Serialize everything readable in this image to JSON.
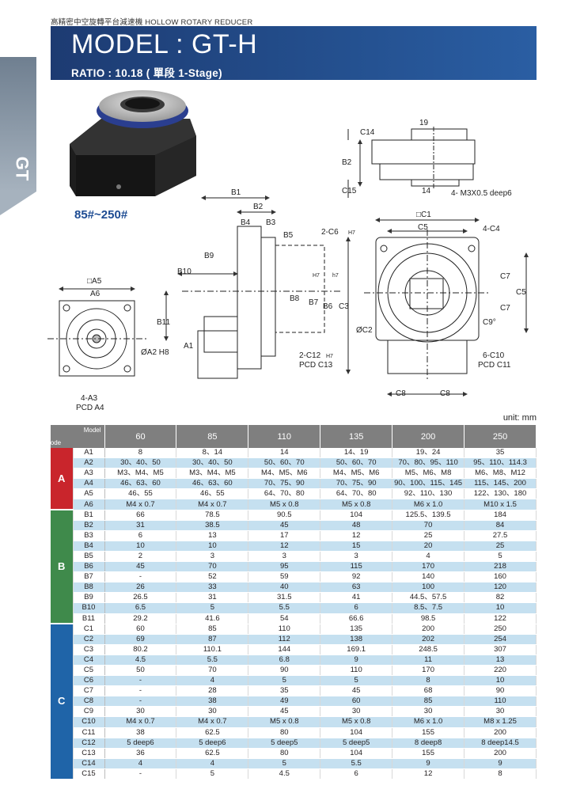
{
  "side_tab": "GT",
  "header": {
    "top_title": "高精密中空旋轉平台減速機 HOLLOW ROTARY REDUCER",
    "model": "MODEL : GT-H",
    "ratio": "RATIO : 10.18 ( 單段 1-Stage)"
  },
  "range_label": "85#~250#",
  "unit_label": "unit: mm",
  "drawing_labels": {
    "c14": "C14",
    "d19": "19",
    "b2_top": "B2",
    "c15": "C15",
    "d14": "14",
    "m3x": "4- M3X0.5 deep6",
    "b1": "B1",
    "b2": "B2",
    "b4": "B4",
    "b3": "B3",
    "b5": "B5",
    "b9": "B9",
    "b10": "B10",
    "b11": "B11",
    "b8": "B8",
    "b7": "B7",
    "h7a": "H7",
    "b6": "B6",
    "h7b": "h7",
    "a1": "A1",
    "a5": "□A5",
    "a6": "A6",
    "a2": "ØA2 H8",
    "a3": "4-A3",
    "pcd_a4": "PCD A4",
    "c1": "□C1",
    "c5": "C5",
    "c6": "2-C6",
    "h7c": "H7",
    "c4": "4-C4",
    "c7a": "C7",
    "c7b": "C7",
    "c5r": "C5",
    "c3": "C3",
    "c2": "ØC2",
    "c9": "C9°",
    "c12": "2-C12",
    "h7d": "H7",
    "pcd_c13": "PCD C13",
    "c10": "6-C10",
    "pcd_c11": "PCD C11",
    "c8a": "C8",
    "c8b": "C8"
  },
  "table": {
    "corner_model": "Model",
    "corner_code": "Code",
    "sizes": [
      "60",
      "85",
      "110",
      "135",
      "200",
      "250"
    ],
    "groups": [
      {
        "name": "A",
        "rows": [
          {
            "code": "A1",
            "values": [
              "8",
              "8、14",
              "14",
              "14、19",
              "19、24",
              "35"
            ]
          },
          {
            "code": "A2",
            "values": [
              "30、40、50",
              "30、40、50",
              "50、60、70",
              "50、60、70",
              "70、80、95、110",
              "95、110、114.3"
            ]
          },
          {
            "code": "A3",
            "values": [
              "M3、M4、M5",
              "M3、M4、M5",
              "M4、M5、M6",
              "M4、M5、M6",
              "M5、M6、M8",
              "M6、M8、M12"
            ]
          },
          {
            "code": "A4",
            "values": [
              "46、63、60",
              "46、63、60",
              "70、75、90",
              "70、75、90",
              "90、100、115、145",
              "115、145、200"
            ]
          },
          {
            "code": "A5",
            "values": [
              "46、55",
              "46、55",
              "64、70、80",
              "64、70、80",
              "92、110、130",
              "122、130、180"
            ]
          },
          {
            "code": "A6",
            "values": [
              "M4 x 0.7",
              "M4 x 0.7",
              "M5 x 0.8",
              "M5 x 0.8",
              "M6 x 1.0",
              "M10 x 1.5"
            ]
          }
        ]
      },
      {
        "name": "B",
        "rows": [
          {
            "code": "B1",
            "values": [
              "66",
              "78.5",
              "90.5",
              "104",
              "125.5、139.5",
              "184"
            ]
          },
          {
            "code": "B2",
            "values": [
              "31",
              "38.5",
              "45",
              "48",
              "70",
              "84"
            ]
          },
          {
            "code": "B3",
            "values": [
              "6",
              "13",
              "17",
              "12",
              "25",
              "27.5"
            ]
          },
          {
            "code": "B4",
            "values": [
              "10",
              "10",
              "12",
              "15",
              "20",
              "25"
            ]
          },
          {
            "code": "B5",
            "values": [
              "2",
              "3",
              "3",
              "3",
              "4",
              "5"
            ]
          },
          {
            "code": "B6",
            "values": [
              "45",
              "70",
              "95",
              "115",
              "170",
              "218"
            ]
          },
          {
            "code": "B7",
            "values": [
              "-",
              "52",
              "59",
              "92",
              "140",
              "160"
            ]
          },
          {
            "code": "B8",
            "values": [
              "26",
              "33",
              "40",
              "63",
              "100",
              "120"
            ]
          },
          {
            "code": "B9",
            "values": [
              "26.5",
              "31",
              "31.5",
              "41",
              "44.5、57.5",
              "82"
            ]
          },
          {
            "code": "B10",
            "values": [
              "6.5",
              "5",
              "5.5",
              "6",
              "8.5、7.5",
              "10"
            ]
          },
          {
            "code": "B11",
            "values": [
              "29.2",
              "41.6",
              "54",
              "66.6",
              "98.5",
              "122"
            ]
          }
        ]
      },
      {
        "name": "C",
        "rows": [
          {
            "code": "C1",
            "values": [
              "60",
              "85",
              "110",
              "135",
              "200",
              "250"
            ]
          },
          {
            "code": "C2",
            "values": [
              "69",
              "87",
              "112",
              "138",
              "202",
              "254"
            ]
          },
          {
            "code": "C3",
            "values": [
              "80.2",
              "110.1",
              "144",
              "169.1",
              "248.5",
              "307"
            ]
          },
          {
            "code": "C4",
            "values": [
              "4.5",
              "5.5",
              "6.8",
              "9",
              "11",
              "13"
            ]
          },
          {
            "code": "C5",
            "values": [
              "50",
              "70",
              "90",
              "110",
              "170",
              "220"
            ]
          },
          {
            "code": "C6",
            "values": [
              "-",
              "4",
              "5",
              "5",
              "8",
              "10"
            ]
          },
          {
            "code": "C7",
            "values": [
              "-",
              "28",
              "35",
              "45",
              "68",
              "90"
            ]
          },
          {
            "code": "C8",
            "values": [
              "-",
              "38",
              "49",
              "60",
              "85",
              "110"
            ]
          },
          {
            "code": "C9",
            "values": [
              "30",
              "30",
              "45",
              "30",
              "30",
              "30"
            ]
          },
          {
            "code": "C10",
            "values": [
              "M4 x 0.7",
              "M4 x 0.7",
              "M5 x 0.8",
              "M5 x 0.8",
              "M6 x 1.0",
              "M8 x 1.25"
            ]
          },
          {
            "code": "C11",
            "values": [
              "38",
              "62.5",
              "80",
              "104",
              "155",
              "200"
            ]
          },
          {
            "code": "C12",
            "values": [
              "5 deep6",
              "5 deep6",
              "5 deep5",
              "5 deep5",
              "8 deep8",
              "8 deep14.5"
            ]
          },
          {
            "code": "C13",
            "values": [
              "36",
              "62.5",
              "80",
              "104",
              "155",
              "200"
            ]
          },
          {
            "code": "C14",
            "values": [
              "4",
              "4",
              "5",
              "5.5",
              "9",
              "9"
            ]
          },
          {
            "code": "C15",
            "values": [
              "-",
              "5",
              "4.5",
              "6",
              "12",
              "8"
            ]
          }
        ]
      }
    ]
  },
  "colors": {
    "banner": "#1d3b72",
    "group_a": "#c9252c",
    "group_b": "#3f8a4b",
    "group_c": "#1f64a8",
    "row_alt": "#c5e0f0"
  }
}
